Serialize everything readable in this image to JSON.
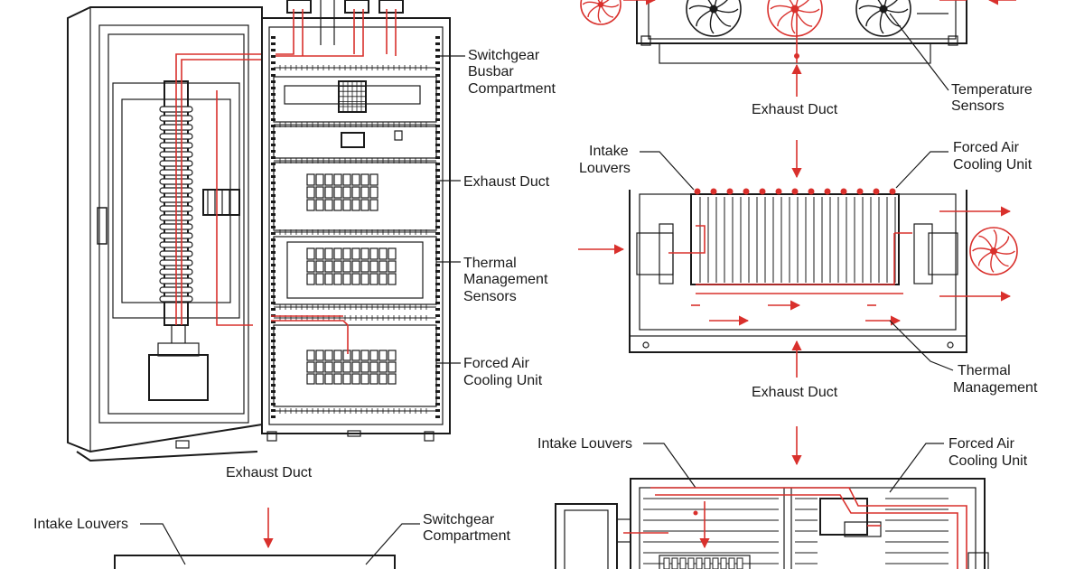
{
  "labels": {
    "switchgear_busbar": [
      "Switchgear",
      "Busbar",
      "Compartment"
    ],
    "exhaust_duct_mid": "Exhaust Duct",
    "thermal_mgmt_sensors": [
      "Thermal",
      "Management",
      "Sensors"
    ],
    "forced_air_left": [
      "Forced Air",
      "Cooling Unit"
    ],
    "exhaust_duct_bottom_left": "Exhaust Duct",
    "intake_louvers_bottom_left": "Intake Louvers",
    "switchgear_compartment": [
      "Switchgear",
      "Compartment"
    ],
    "exhaust_duct_top_right": "Exhaust Duct",
    "temperature_sensors": [
      "Temperature",
      "Sensors"
    ],
    "intake_louvers_mid_right": [
      "Intake",
      "Louvers"
    ],
    "forced_air_mid_right": [
      "Forced Air",
      "Cooling Unit"
    ],
    "exhaust_duct_mid_right": "Exhaust Duct",
    "thermal_management_right": [
      "Thermal",
      "Management"
    ],
    "intake_louvers_bottom_right": "Intake Louvers",
    "forced_air_bottom_right": [
      "Forced Air",
      "Cooling Unit"
    ]
  },
  "colors": {
    "ink": "#1a1a1a",
    "accent_red": "#d9302c",
    "background": "#ffffff"
  }
}
